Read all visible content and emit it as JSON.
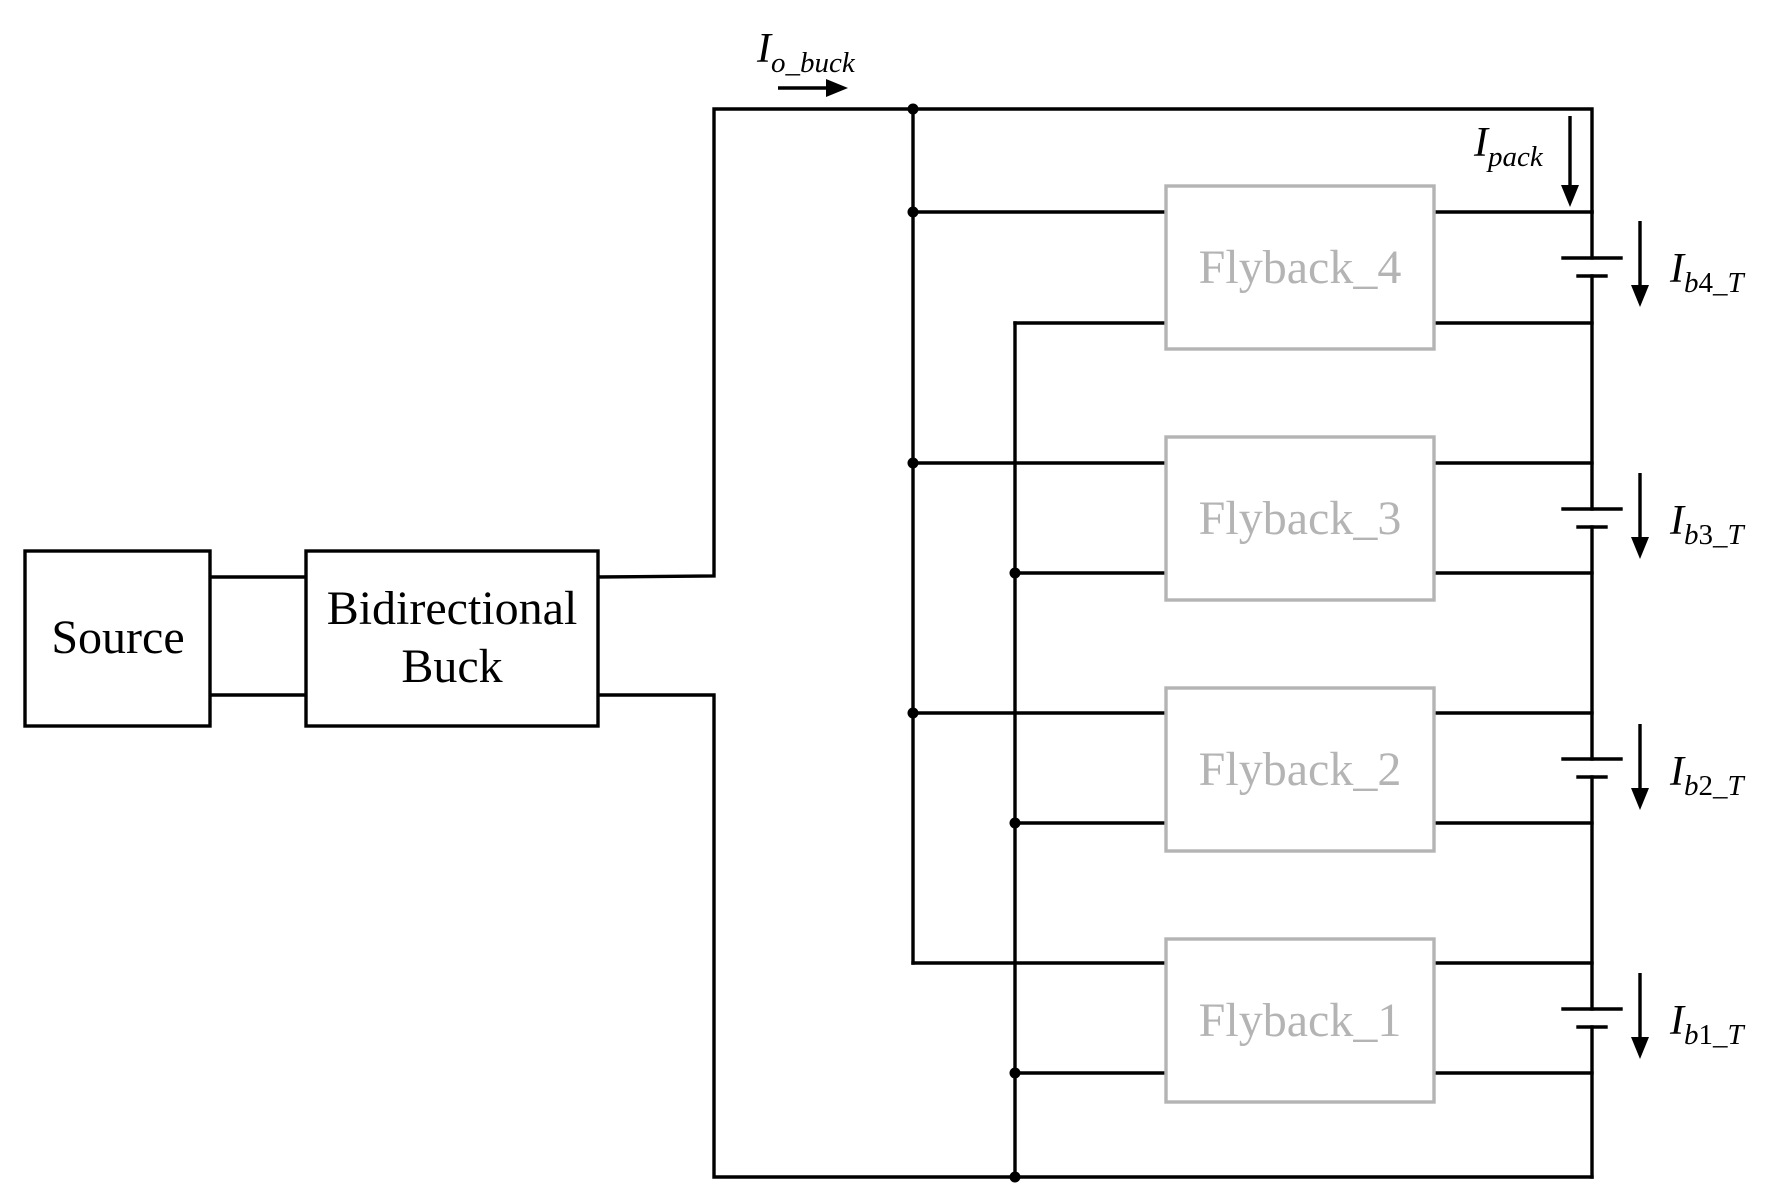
{
  "blocks": {
    "source": {
      "label": "Source"
    },
    "buck": {
      "line1": "Bidirectional",
      "line2": "Buck"
    },
    "flybacks": [
      {
        "label": "Flyback_4"
      },
      {
        "label": "Flyback_3"
      },
      {
        "label": "Flyback_2"
      },
      {
        "label": "Flyback_1"
      }
    ]
  },
  "currents": {
    "o_buck": {
      "main": "I",
      "sub": "o_buck"
    },
    "pack": {
      "main": "I",
      "sub": "pack"
    },
    "batteries": [
      {
        "main": "I",
        "sub_a": "b",
        "sub_num": "4",
        "sub_b": "_",
        "sub_c": "T"
      },
      {
        "main": "I",
        "sub_a": "b",
        "sub_num": "3",
        "sub_b": "_",
        "sub_c": "T"
      },
      {
        "main": "I",
        "sub_a": "b",
        "sub_num": "2",
        "sub_b": "_",
        "sub_c": "T"
      },
      {
        "main": "I",
        "sub_a": "b",
        "sub_num": "1",
        "sub_b": "_",
        "sub_c": "T"
      }
    ]
  },
  "colors": {
    "wire": "#000000",
    "block_border": "#000000",
    "block_text": "#000000",
    "flyback_border": "#b4b4b4",
    "flyback_text": "#b4b4b4"
  }
}
